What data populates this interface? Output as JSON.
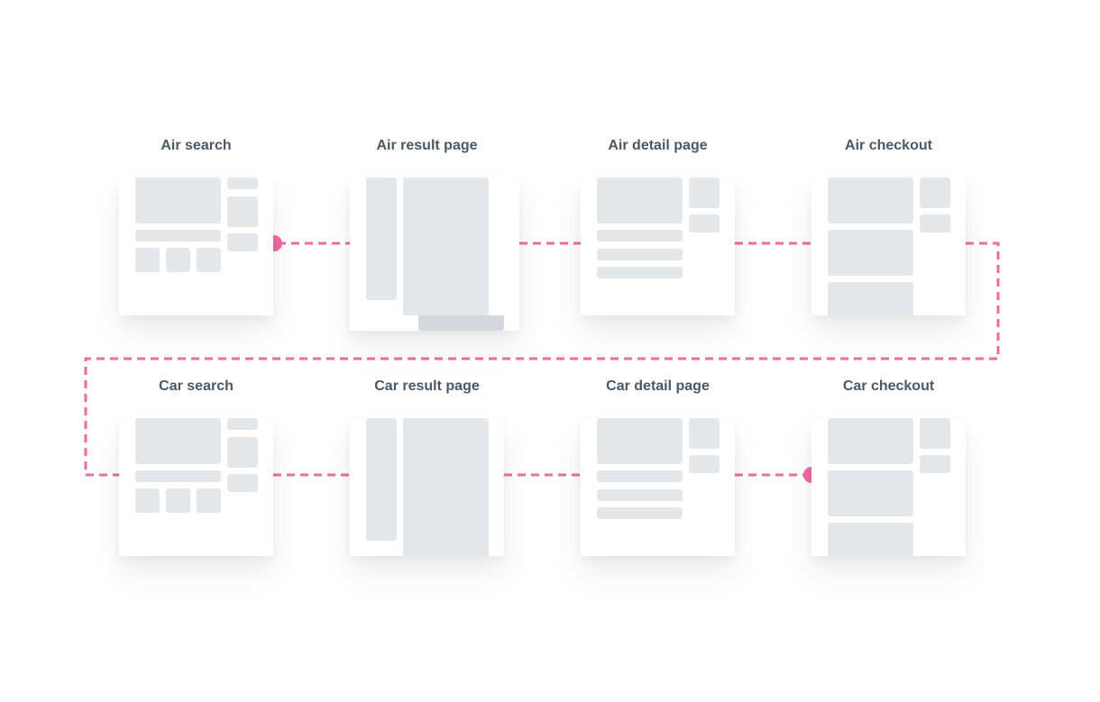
{
  "colors": {
    "connector": "#ee6aa3",
    "placeholder": "#e4e7ea",
    "label": "#4b5866"
  },
  "flow": {
    "rows": [
      {
        "steps": [
          {
            "id": "air-search",
            "label": "Air search"
          },
          {
            "id": "air-result-page",
            "label": "Air result page"
          },
          {
            "id": "air-detail-page",
            "label": "Air detail page"
          },
          {
            "id": "air-checkout",
            "label": "Air checkout"
          }
        ]
      },
      {
        "steps": [
          {
            "id": "car-search",
            "label": "Car search"
          },
          {
            "id": "car-result-page",
            "label": "Car result page"
          },
          {
            "id": "car-detail-page",
            "label": "Car detail page"
          },
          {
            "id": "car-checkout",
            "label": "Car checkout"
          }
        ]
      }
    ]
  }
}
